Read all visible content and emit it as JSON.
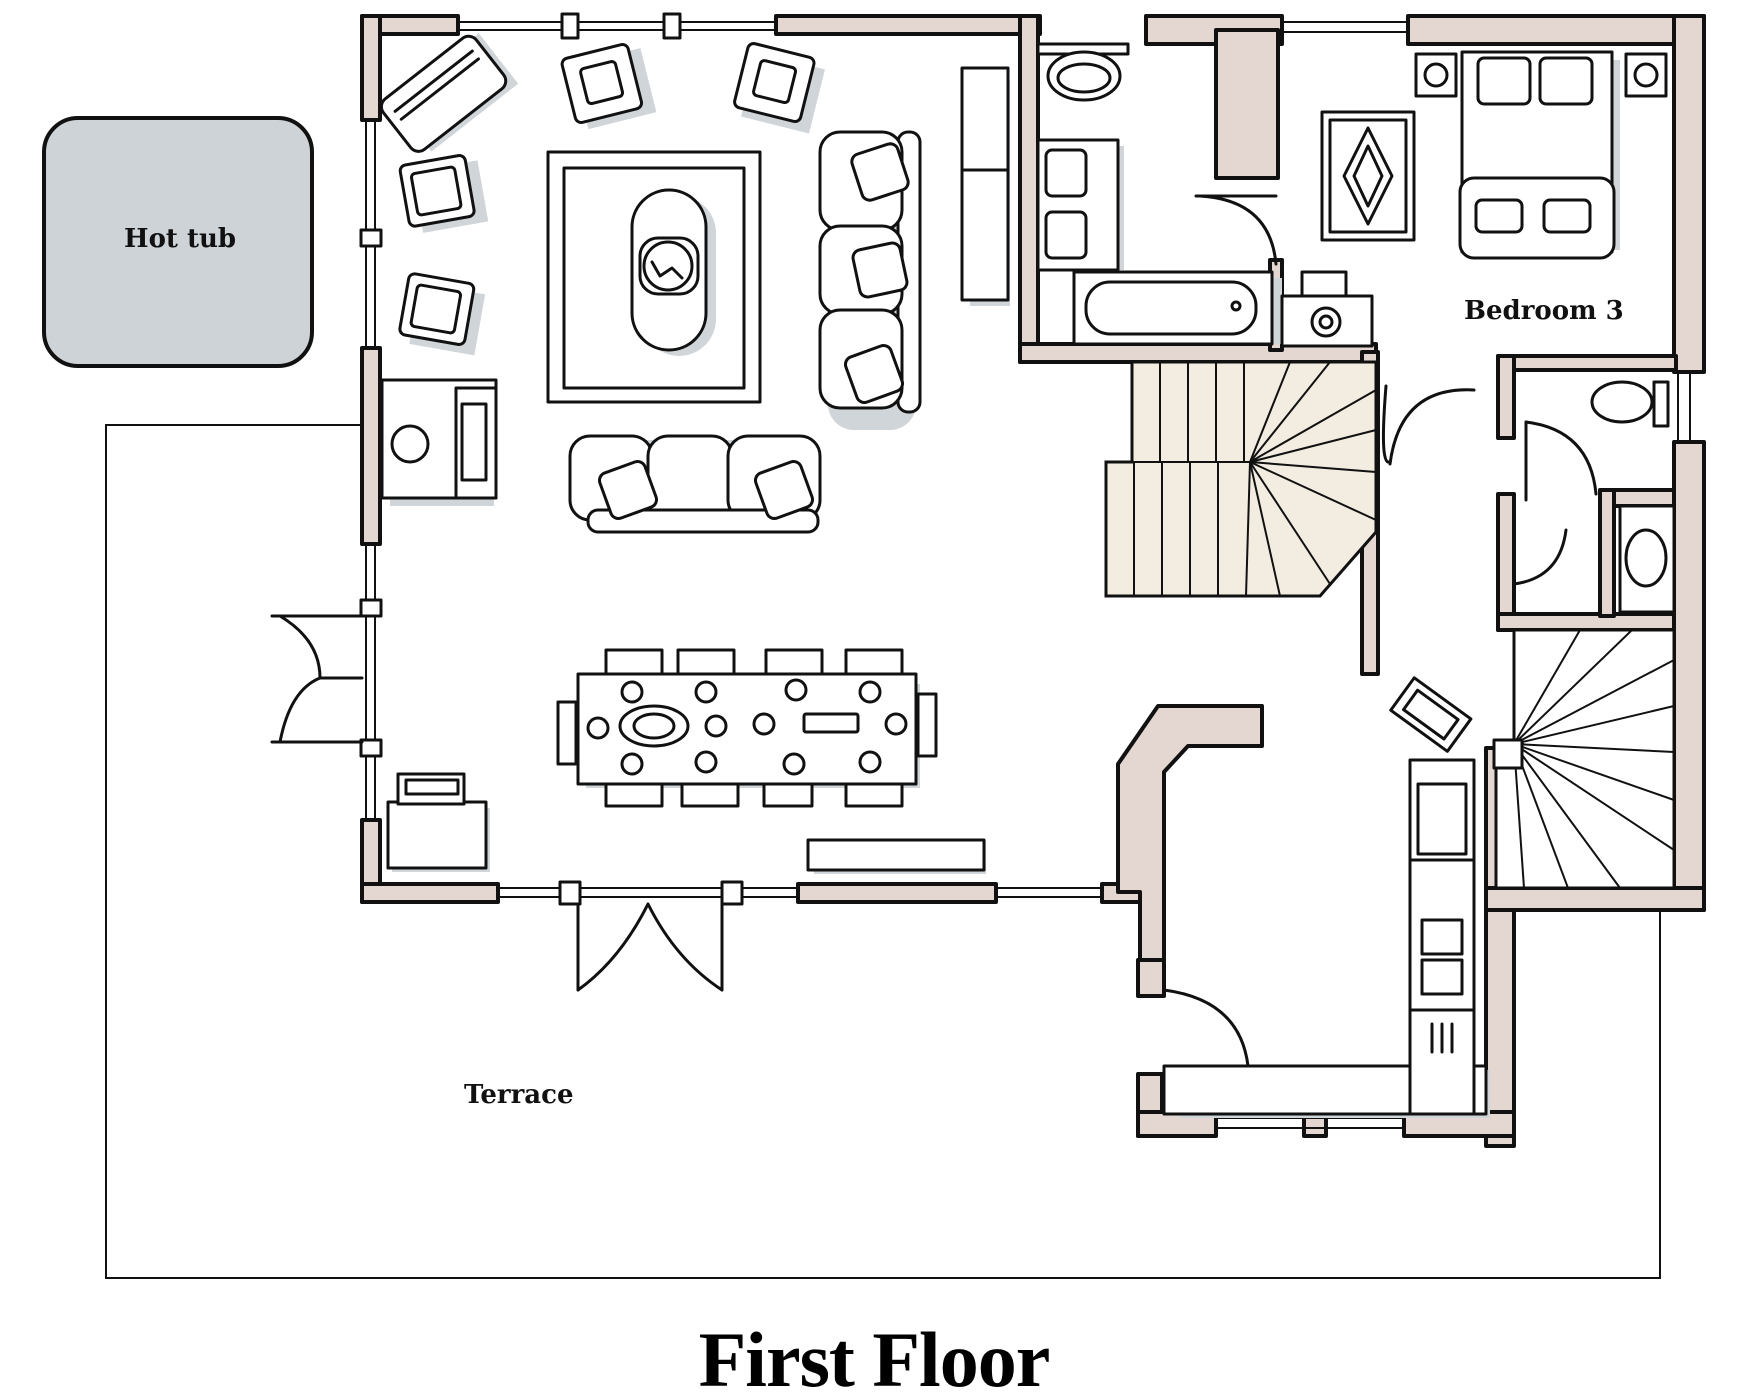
{
  "title": "First Floor",
  "rooms": {
    "hot_tub": "Hot tub",
    "bedroom_3": "Bedroom 3",
    "terrace": "Terrace"
  },
  "colors": {
    "wall": "#e4d7d2",
    "furniture_shade": "#cfd5d8",
    "hot_tub": "#cdd3d6",
    "stairs": "#f3ece0",
    "line": "#111111"
  }
}
